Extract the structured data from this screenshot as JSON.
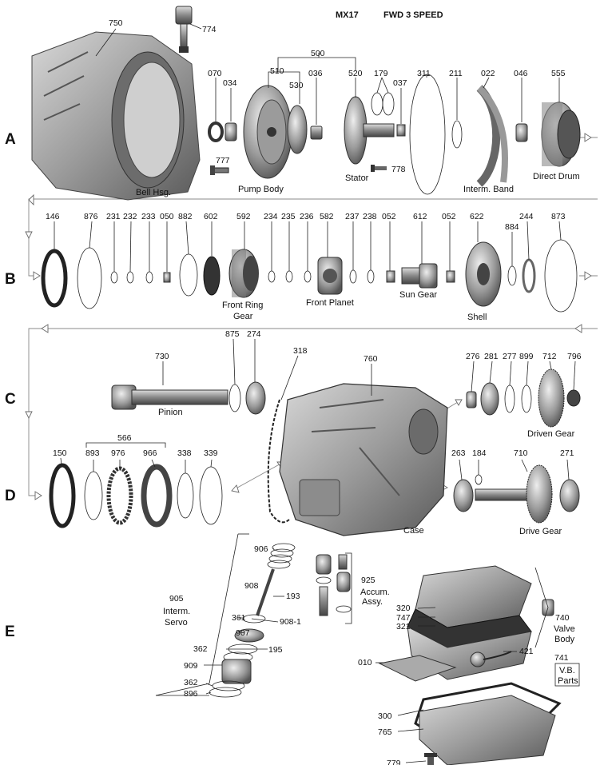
{
  "title": {
    "model": "MX17",
    "type": "FWD 3 SPEED"
  },
  "rows": {
    "a": "A",
    "b": "B",
    "c": "C",
    "d": "D",
    "e": "E"
  },
  "part_numbers": [
    "750",
    "774",
    "070",
    "034",
    "500",
    "510",
    "530",
    "036",
    "520",
    "179",
    "037",
    "311",
    "211",
    "022",
    "046",
    "555",
    "777",
    "778",
    "146",
    "876",
    "231",
    "232",
    "233",
    "050",
    "882",
    "602",
    "592",
    "234",
    "235",
    "236",
    "582",
    "237",
    "238",
    "052",
    "612",
    "052",
    "622",
    "884",
    "244",
    "873",
    "730",
    "875",
    "274",
    "318",
    "760",
    "276",
    "281",
    "277",
    "899",
    "712",
    "796",
    "150",
    "566",
    "893",
    "976",
    "966",
    "338",
    "339",
    "263",
    "184",
    "710",
    "271",
    "906",
    "908",
    "193",
    "361",
    "908-1",
    "907",
    "362",
    "195",
    "909",
    "362",
    "896",
    "925",
    "320",
    "747",
    "321",
    "740",
    "421",
    "010",
    "741",
    "300",
    "765",
    "779",
    "905"
  ],
  "captions": {
    "bell": "Bell Hsg.",
    "pump": "Pump Body",
    "stator": "Stator",
    "band": "Interm. Band",
    "drum": "Direct Drum",
    "ring_gear": "Front Ring",
    "ring_gear2": "Gear",
    "planet": "Front Planet",
    "sun": "Sun Gear",
    "shell": "Shell",
    "pinion": "Pinion",
    "driven": "Driven Gear",
    "case": "Case",
    "drive": "Drive Gear",
    "servo1": "Interm.",
    "servo2": "Servo",
    "accum1": "Accum.",
    "accum2": "Assy.",
    "vb1": "Valve",
    "vb2": "Body",
    "vbp1": "V.B.",
    "vbp2": "Parts"
  }
}
